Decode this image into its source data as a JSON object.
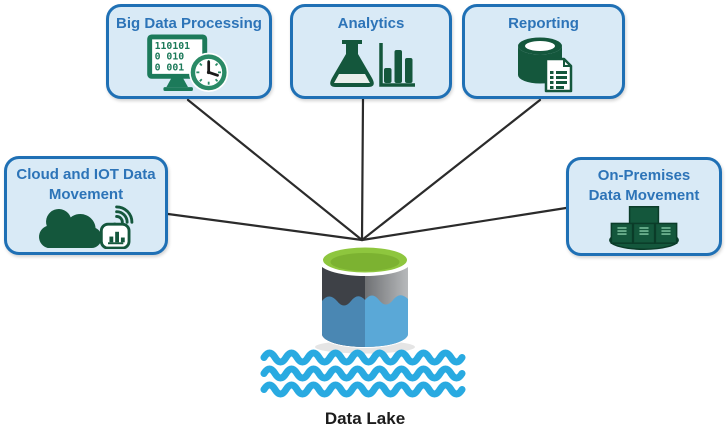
{
  "diagram": {
    "center": {
      "label": "Data Lake",
      "icon": "data-lake-cylinder-icon"
    },
    "nodes": [
      {
        "label": "Big Data Processing",
        "icon": "monitor-binary-clock-icon",
        "binary_rows": [
          "110101",
          "0 010",
          "0 001"
        ]
      },
      {
        "label": "Analytics",
        "icon": "flask-bar-chart-icon"
      },
      {
        "label": "Reporting",
        "icon": "database-report-icon"
      },
      {
        "label_line1": "Cloud and IOT Data",
        "label_line2": "Movement",
        "icon": "cloud-iot-signal-icon"
      },
      {
        "label_line1": "On-Premises",
        "label_line2": "Data Movement",
        "icon": "server-rack-icon"
      }
    ],
    "colors": {
      "box_border": "#1f70b5",
      "box_fill": "#d9eaf6",
      "title_text": "#2d74b8",
      "connector_line": "#2b2b2b",
      "icon_green_dark": "#14573c",
      "monitor_green": "#1c7a5a",
      "lake_top_green": "#8ec63e",
      "lake_top_green_inner": "#7cb231",
      "lake_gray_left": "#3e4147",
      "water_left": "#4a87b3",
      "water_right": "#5aa8d7",
      "wave_blue": "#29aae1",
      "center_label_text": "#1c1c1c"
    }
  }
}
